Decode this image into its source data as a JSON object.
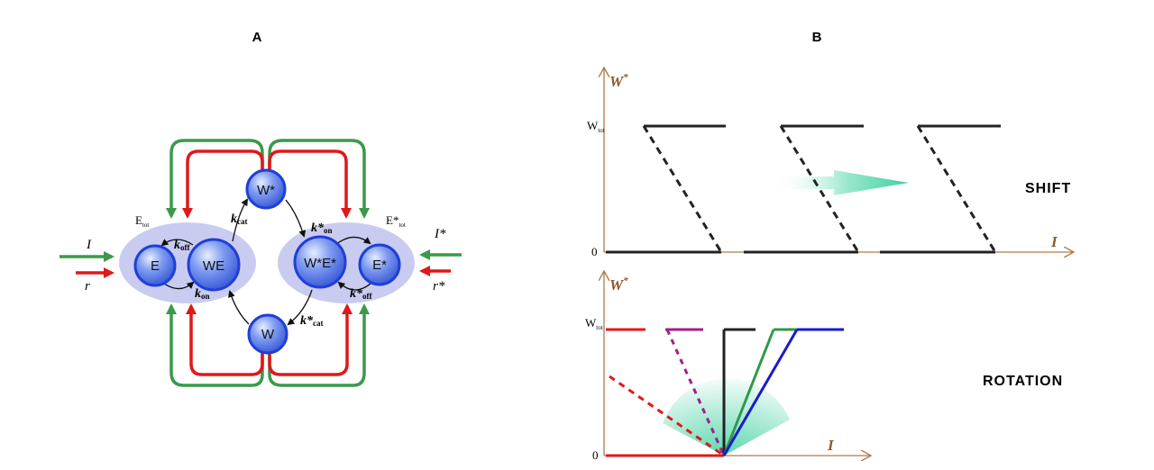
{
  "panel_a": {
    "letter": "A",
    "nodes": {
      "e": "E",
      "we": "WE",
      "wstar": "W*",
      "w": "W",
      "wstar_estar": "W*E*",
      "estar": "E*"
    },
    "group_labels": {
      "left": "E",
      "left_sub": "tot",
      "right": "E*",
      "right_sub": "tot"
    },
    "rates": {
      "k_cat": {
        "k": "k",
        "sub": "cat"
      },
      "k_cat_star": {
        "k": "k*",
        "sub": "cat"
      },
      "k_on": {
        "k": "k",
        "sub": "on"
      },
      "k_on_star": {
        "k": "k*",
        "sub": "on"
      },
      "k_off": {
        "k": "k",
        "sub": "off"
      },
      "k_off_star": {
        "k": "k*",
        "sub": "off"
      }
    },
    "inputs": {
      "i": "I",
      "r": "r",
      "i_star": "I*",
      "r_star": "r*"
    },
    "colors": {
      "green": "#3a9a4a",
      "red": "#e01818",
      "node_fill": "#5f7fe0",
      "node_stroke": "#1f3fd8",
      "ellipse": "#c9ccf0"
    }
  },
  "panel_b": {
    "letter": "B",
    "shift_label": "SHIFT",
    "rotation_label": "ROTATION",
    "axis_y_label": "W",
    "axis_y_sup": "*",
    "axis_x_label": "I",
    "wtot_label": "W",
    "wtot_sub": "tot",
    "zero_label": "0",
    "colors": {
      "axis": "#b07a4a",
      "black": "#222222",
      "red": "#e01818",
      "magenta": "#a0208a",
      "green": "#2e9a4a",
      "blue": "#1a1ad0",
      "teal": "#3ed0a0"
    }
  }
}
